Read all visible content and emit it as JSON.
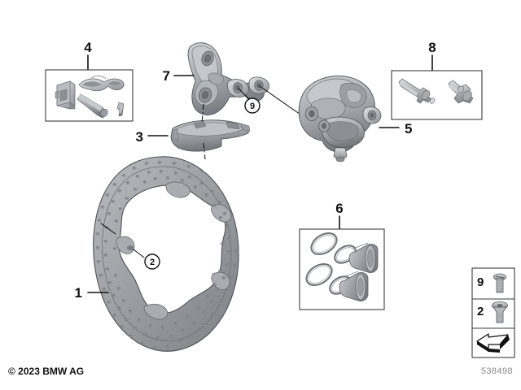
{
  "document": {
    "type": "parts-exploded-diagram",
    "subject": "Rear brake disc, caliper and pads assembly",
    "copyright": "© 2023 BMW AG",
    "figure_id": "538498",
    "background_color": "#ffffff",
    "line_color": "#111111",
    "part_fill_light": "#d0d2d5",
    "part_fill_mid": "#9a9da1",
    "part_fill_dark": "#6f7276",
    "box_stroke": "#3b3b3b"
  },
  "callouts": [
    {
      "id": "1",
      "label": "1",
      "target": "brake-disc-rotor",
      "style": "plain"
    },
    {
      "id": "2",
      "label": "2",
      "target": "disc-retaining-screw",
      "style": "circled"
    },
    {
      "id": "3",
      "label": "3",
      "target": "brake-pad-set",
      "style": "plain"
    },
    {
      "id": "4",
      "label": "4",
      "target": "pad-hardware-kit-box",
      "style": "plain"
    },
    {
      "id": "5",
      "label": "5",
      "target": "brake-caliper",
      "style": "plain"
    },
    {
      "id": "6",
      "label": "6",
      "target": "seal-and-piston-repair-kit-box",
      "style": "plain"
    },
    {
      "id": "7",
      "label": "7",
      "target": "caliper-carrier-bracket",
      "style": "plain"
    },
    {
      "id": "8",
      "label": "8",
      "target": "guide-bolt-box",
      "style": "plain"
    },
    {
      "id": "9",
      "label": "9",
      "target": "caliper-guide-bolt",
      "style": "circled"
    }
  ],
  "legend_panel": {
    "rows": [
      {
        "number": "9",
        "icon": "pan-head-bolt-icon"
      },
      {
        "number": "2",
        "icon": "countersunk-screw-icon"
      },
      {
        "number": "",
        "icon": "direction-arrow-icon"
      }
    ],
    "figure_id": "538498"
  },
  "boxes": {
    "box4": {
      "label": "4",
      "contents": [
        "pad-retaining-clip",
        "guide-sleeve-pin",
        "anti-rattle-spring",
        "small-clip"
      ]
    },
    "box6": {
      "label": "6",
      "contents": [
        "piston-seal-ring-1",
        "piston-seal-ring-2",
        "piston-seal-ring-3",
        "piston-seal-ring-4",
        "caliper-piston-1",
        "caliper-piston-2"
      ]
    },
    "box8": {
      "label": "8",
      "contents": [
        "guide-bolt-long",
        "guide-bolt-short"
      ]
    }
  },
  "parts": {
    "disc": {
      "name": "brake-disc-rotor",
      "description": "perforated wave rotor"
    },
    "pads": {
      "name": "brake-pad-set",
      "description": "pair of brake pads"
    },
    "bracket": {
      "name": "caliper-carrier-bracket",
      "description": "caliper mounting carrier"
    },
    "caliper": {
      "name": "brake-caliper",
      "description": "floating brake caliper housing"
    }
  },
  "footer": {
    "copyright": "© 2023 BMW AG",
    "figure_id": "538498"
  }
}
